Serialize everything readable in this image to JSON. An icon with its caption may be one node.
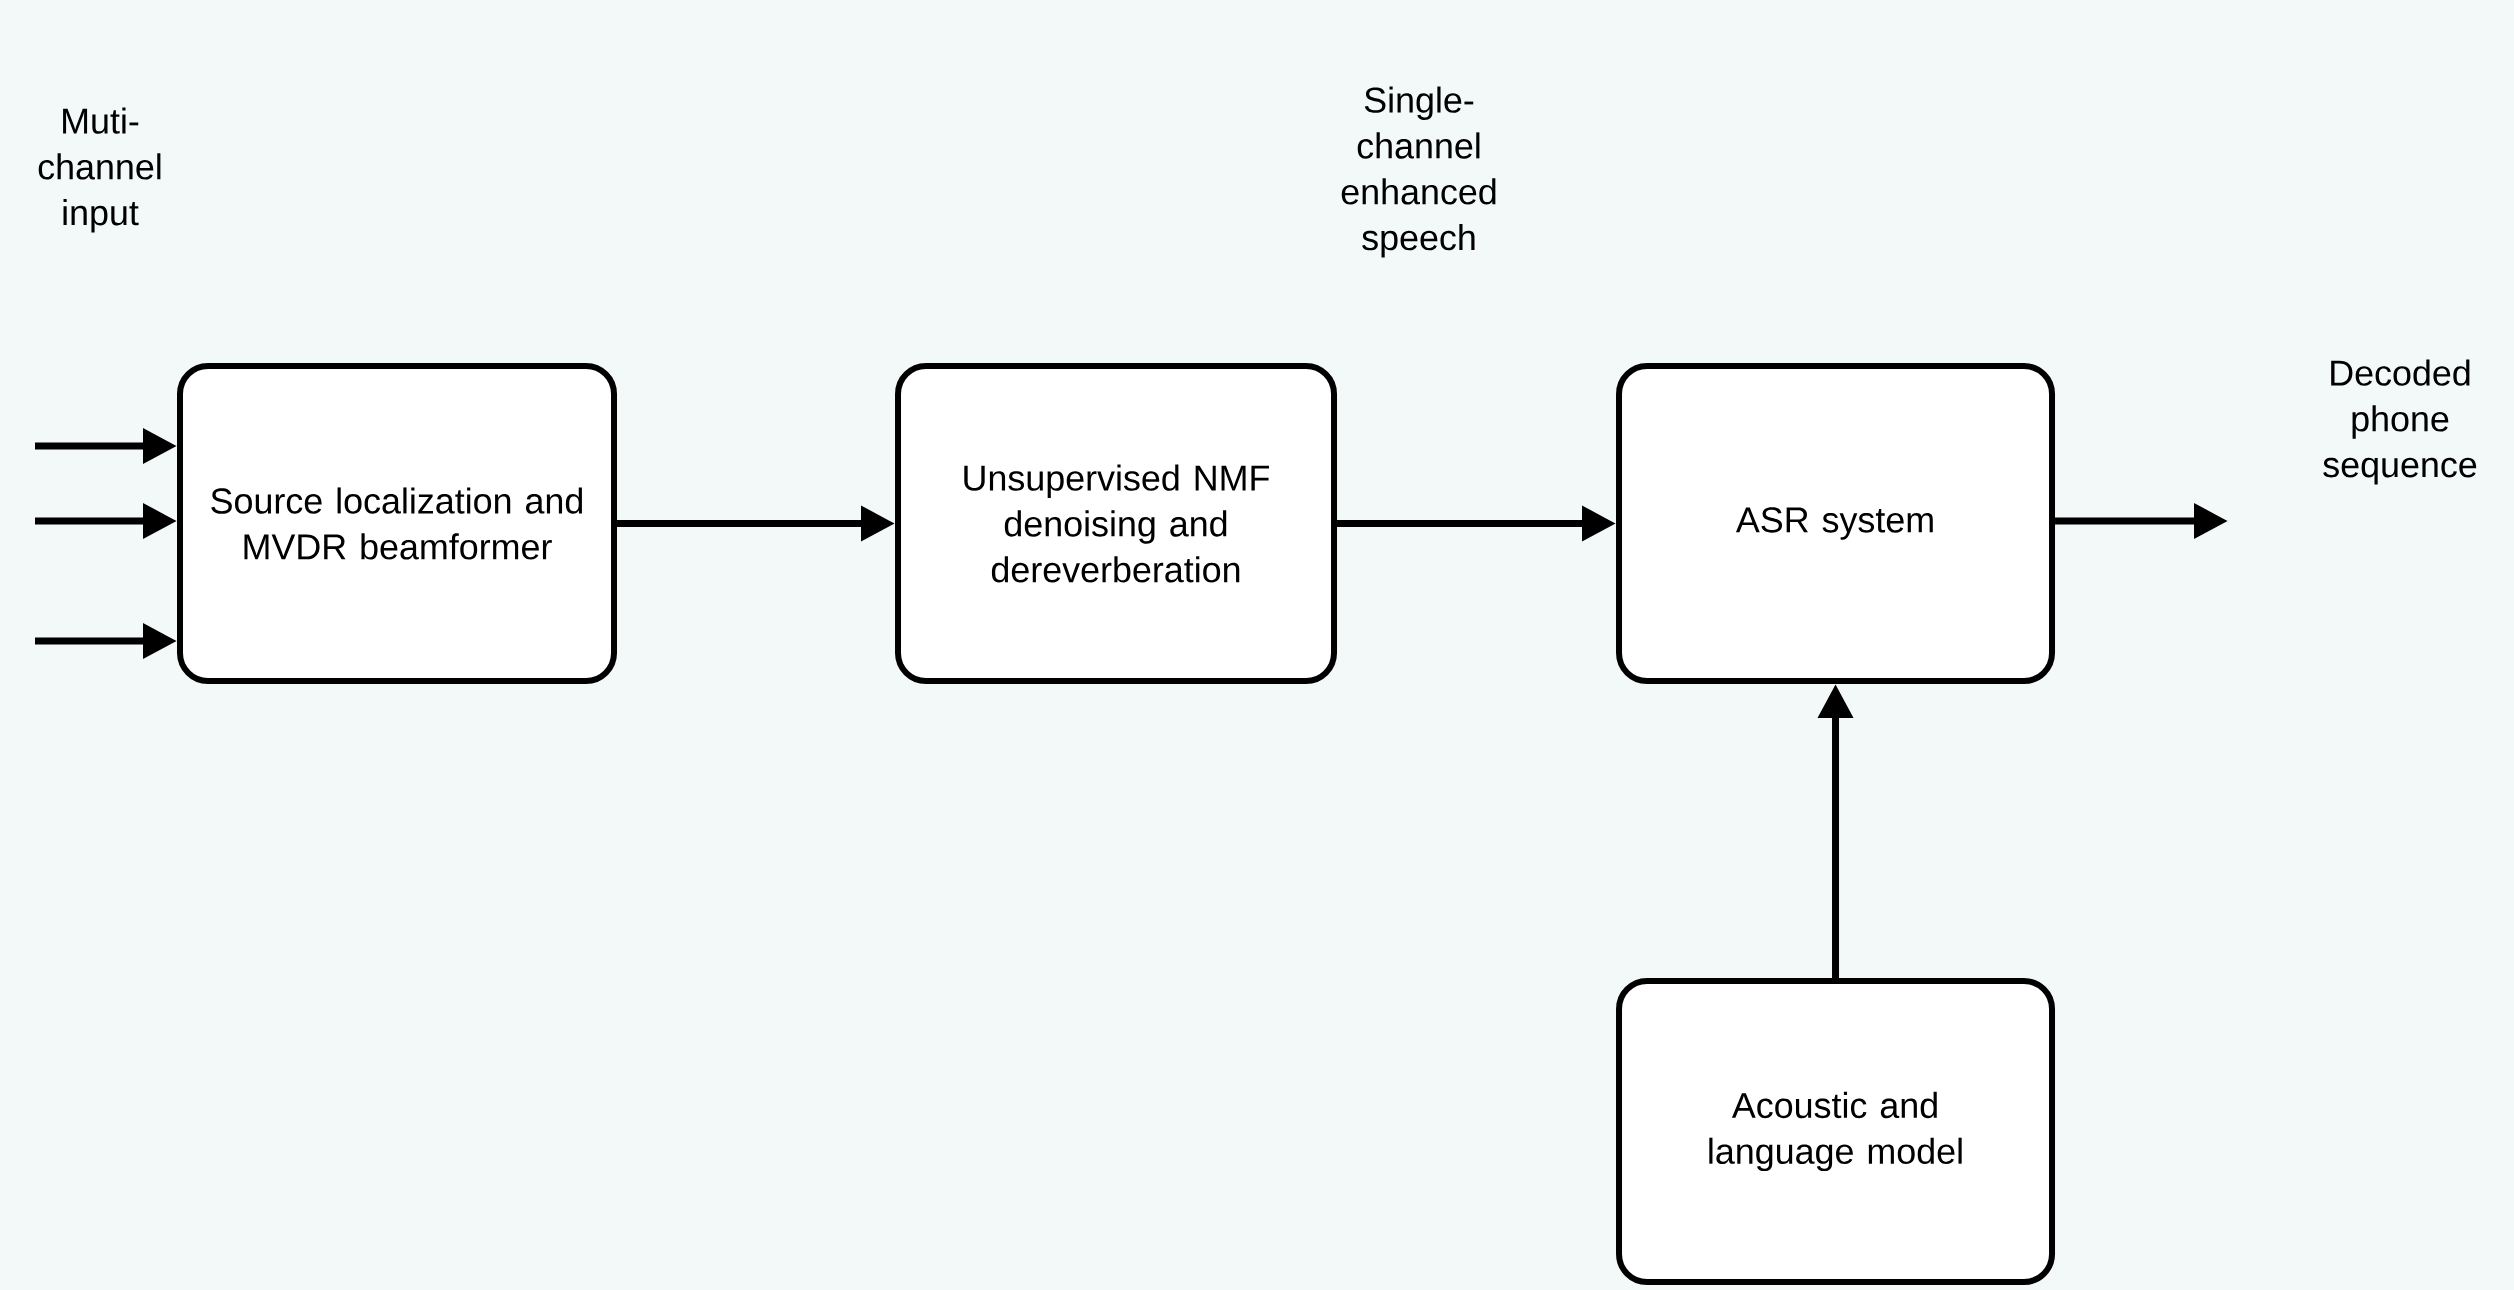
{
  "diagram": {
    "nodes": [
      {
        "text": [
          "Source localization and MVDR beamformer"
        ]
      },
      {
        "text": [
          "Unsupervised NMF denoising and dereverberation"
        ]
      },
      {
        "text": [
          "ASR system"
        ]
      },
      {
        "text": [
          "Acoustic and language model"
        ]
      }
    ],
    "edges": [
      {
        "from": null,
        "to": 0,
        "arrow": "to"
      },
      {
        "from": null,
        "to": 0,
        "arrow": "to"
      },
      {
        "from": null,
        "to": 0,
        "arrow": "to"
      },
      {
        "from": 0,
        "to": 1,
        "arrow": "to"
      },
      {
        "from": 1,
        "to": 2,
        "arrow": "to"
      },
      {
        "from": 2,
        "to": null,
        "arrow": "to"
      },
      {
        "from": 3,
        "to": 2,
        "arrow": "to"
      }
    ],
    "labels": [
      "Muti- channel input",
      "Single- channel enhanced speech",
      "Decoded phone sequence"
    ]
  }
}
